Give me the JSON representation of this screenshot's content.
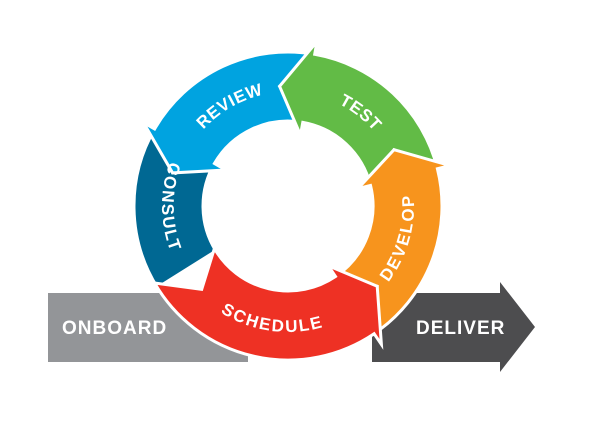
{
  "diagram": {
    "entry": {
      "label": "ONBOARD",
      "color": "#939598"
    },
    "exit": {
      "label": "DELIVER",
      "color": "#4d4d4f"
    },
    "cycle": [
      {
        "label": "CONSULT",
        "color": "#006893"
      },
      {
        "label": "SCHEDULE",
        "color": "#ee3124"
      },
      {
        "label": "DEVELOP",
        "color": "#f7941d"
      },
      {
        "label": "TEST",
        "color": "#62bb46"
      },
      {
        "label": "REVIEW",
        "color": "#00a3e0"
      }
    ]
  }
}
